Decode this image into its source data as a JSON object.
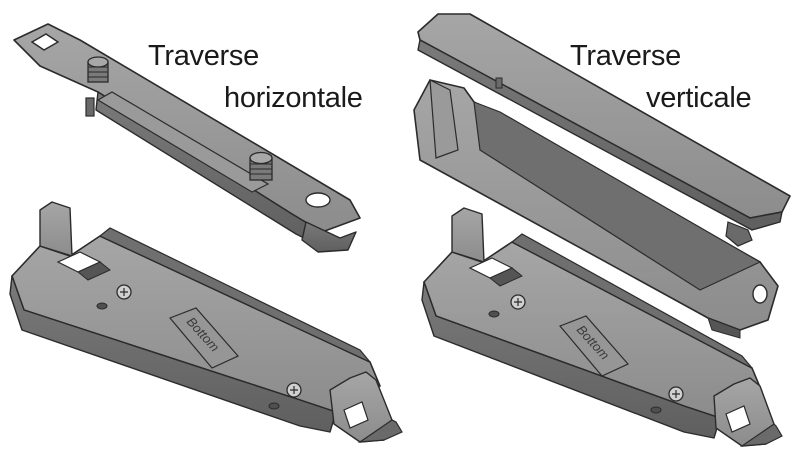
{
  "labels": {
    "horizontal_line1": "Traverse",
    "horizontal_line2": "horizontale",
    "vertical_line1": "Traverse",
    "vertical_line2": "verticale"
  },
  "base_marking": "Bottom",
  "colors": {
    "part_fill": "#8a8a8a",
    "part_light": "#b3b3b3",
    "part_dark": "#5e5e5e",
    "outline": "#2b2b2b",
    "background": "#ffffff"
  }
}
